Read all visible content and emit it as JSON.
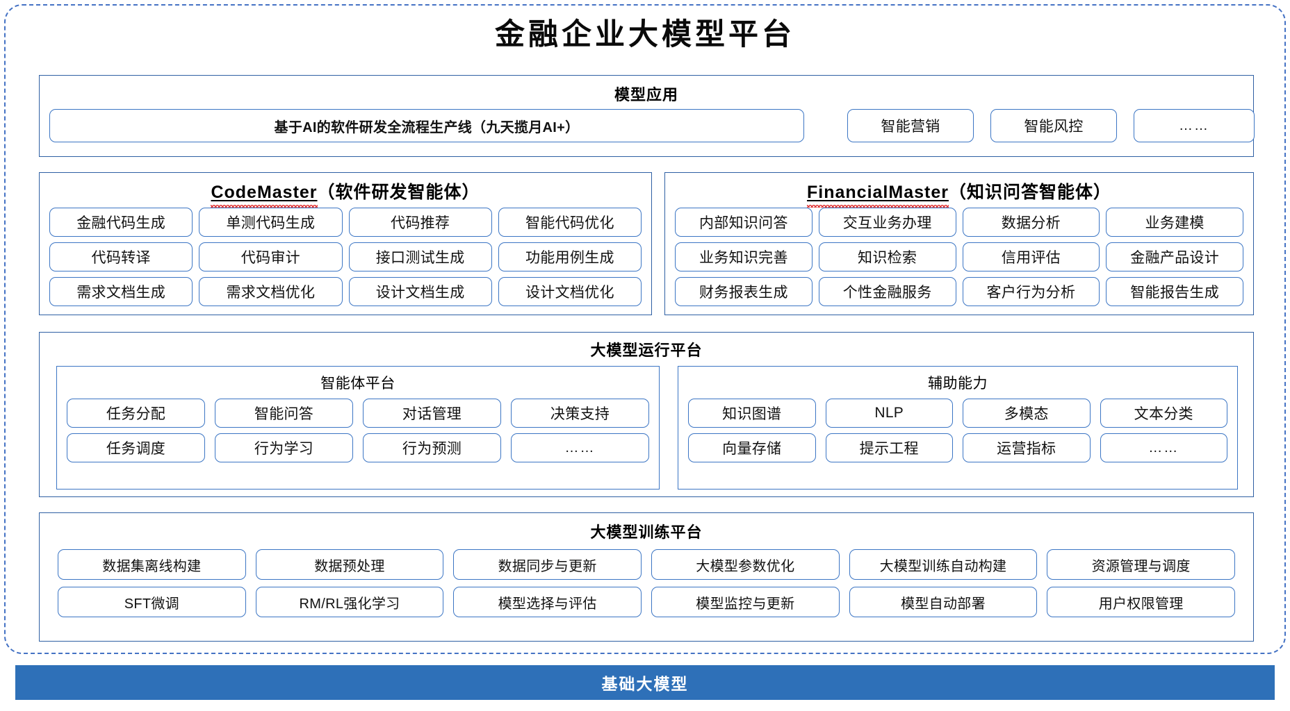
{
  "title": "金融企业大模型平台",
  "colors": {
    "outer_border": "#4472C4",
    "panel_border": "#2E5FA3",
    "chip_border": "#3B75C4",
    "footer_bg": "#2E70B8",
    "spellcheck_underline": "#E03030"
  },
  "model_application": {
    "title": "模型应用",
    "items": [
      "基于AI的软件研发全流程生产线（九天揽月AI+）",
      "智能营销",
      "智能风控",
      "……"
    ]
  },
  "agents": [
    {
      "name_en": "CodeMaster",
      "name_cn": "（软件研发智能体）",
      "spellcheck": true,
      "items": [
        "金融代码生成",
        "单测代码生成",
        "代码推荐",
        "智能代码优化",
        "代码转译",
        "代码审计",
        "接口测试生成",
        "功能用例生成",
        "需求文档生成",
        "需求文档优化",
        "设计文档生成",
        "设计文档优化"
      ]
    },
    {
      "name_en": "FinancialMaster",
      "name_cn": "（知识问答智能体）",
      "spellcheck": true,
      "items": [
        "内部知识问答",
        "交互业务办理",
        "数据分析",
        "业务建模",
        "业务知识完善",
        "知识检索",
        "信用评估",
        "金融产品设计",
        "财务报表生成",
        "个性金融服务",
        "客户行为分析",
        "智能报告生成"
      ]
    }
  ],
  "runtime_platform": {
    "title": "大模型运行平台",
    "sub_panels": [
      {
        "title": "智能体平台",
        "items": [
          "任务分配",
          "智能问答",
          "对话管理",
          "决策支持",
          "任务调度",
          "行为学习",
          "行为预测",
          "……"
        ]
      },
      {
        "title": "辅助能力",
        "items": [
          "知识图谱",
          "NLP",
          "多模态",
          "文本分类",
          "向量存储",
          "提示工程",
          "运营指标",
          "……"
        ]
      }
    ]
  },
  "training_platform": {
    "title": "大模型训练平台",
    "items": [
      "数据集离线构建",
      "数据预处理",
      "数据同步与更新",
      "大模型参数优化",
      "大模型训练自动构建",
      "资源管理与调度",
      "SFT微调",
      "RM/RL强化学习",
      "模型选择与评估",
      "模型监控与更新",
      "模型自动部署",
      "用户权限管理"
    ]
  },
  "footer": {
    "label": "基础大模型"
  }
}
